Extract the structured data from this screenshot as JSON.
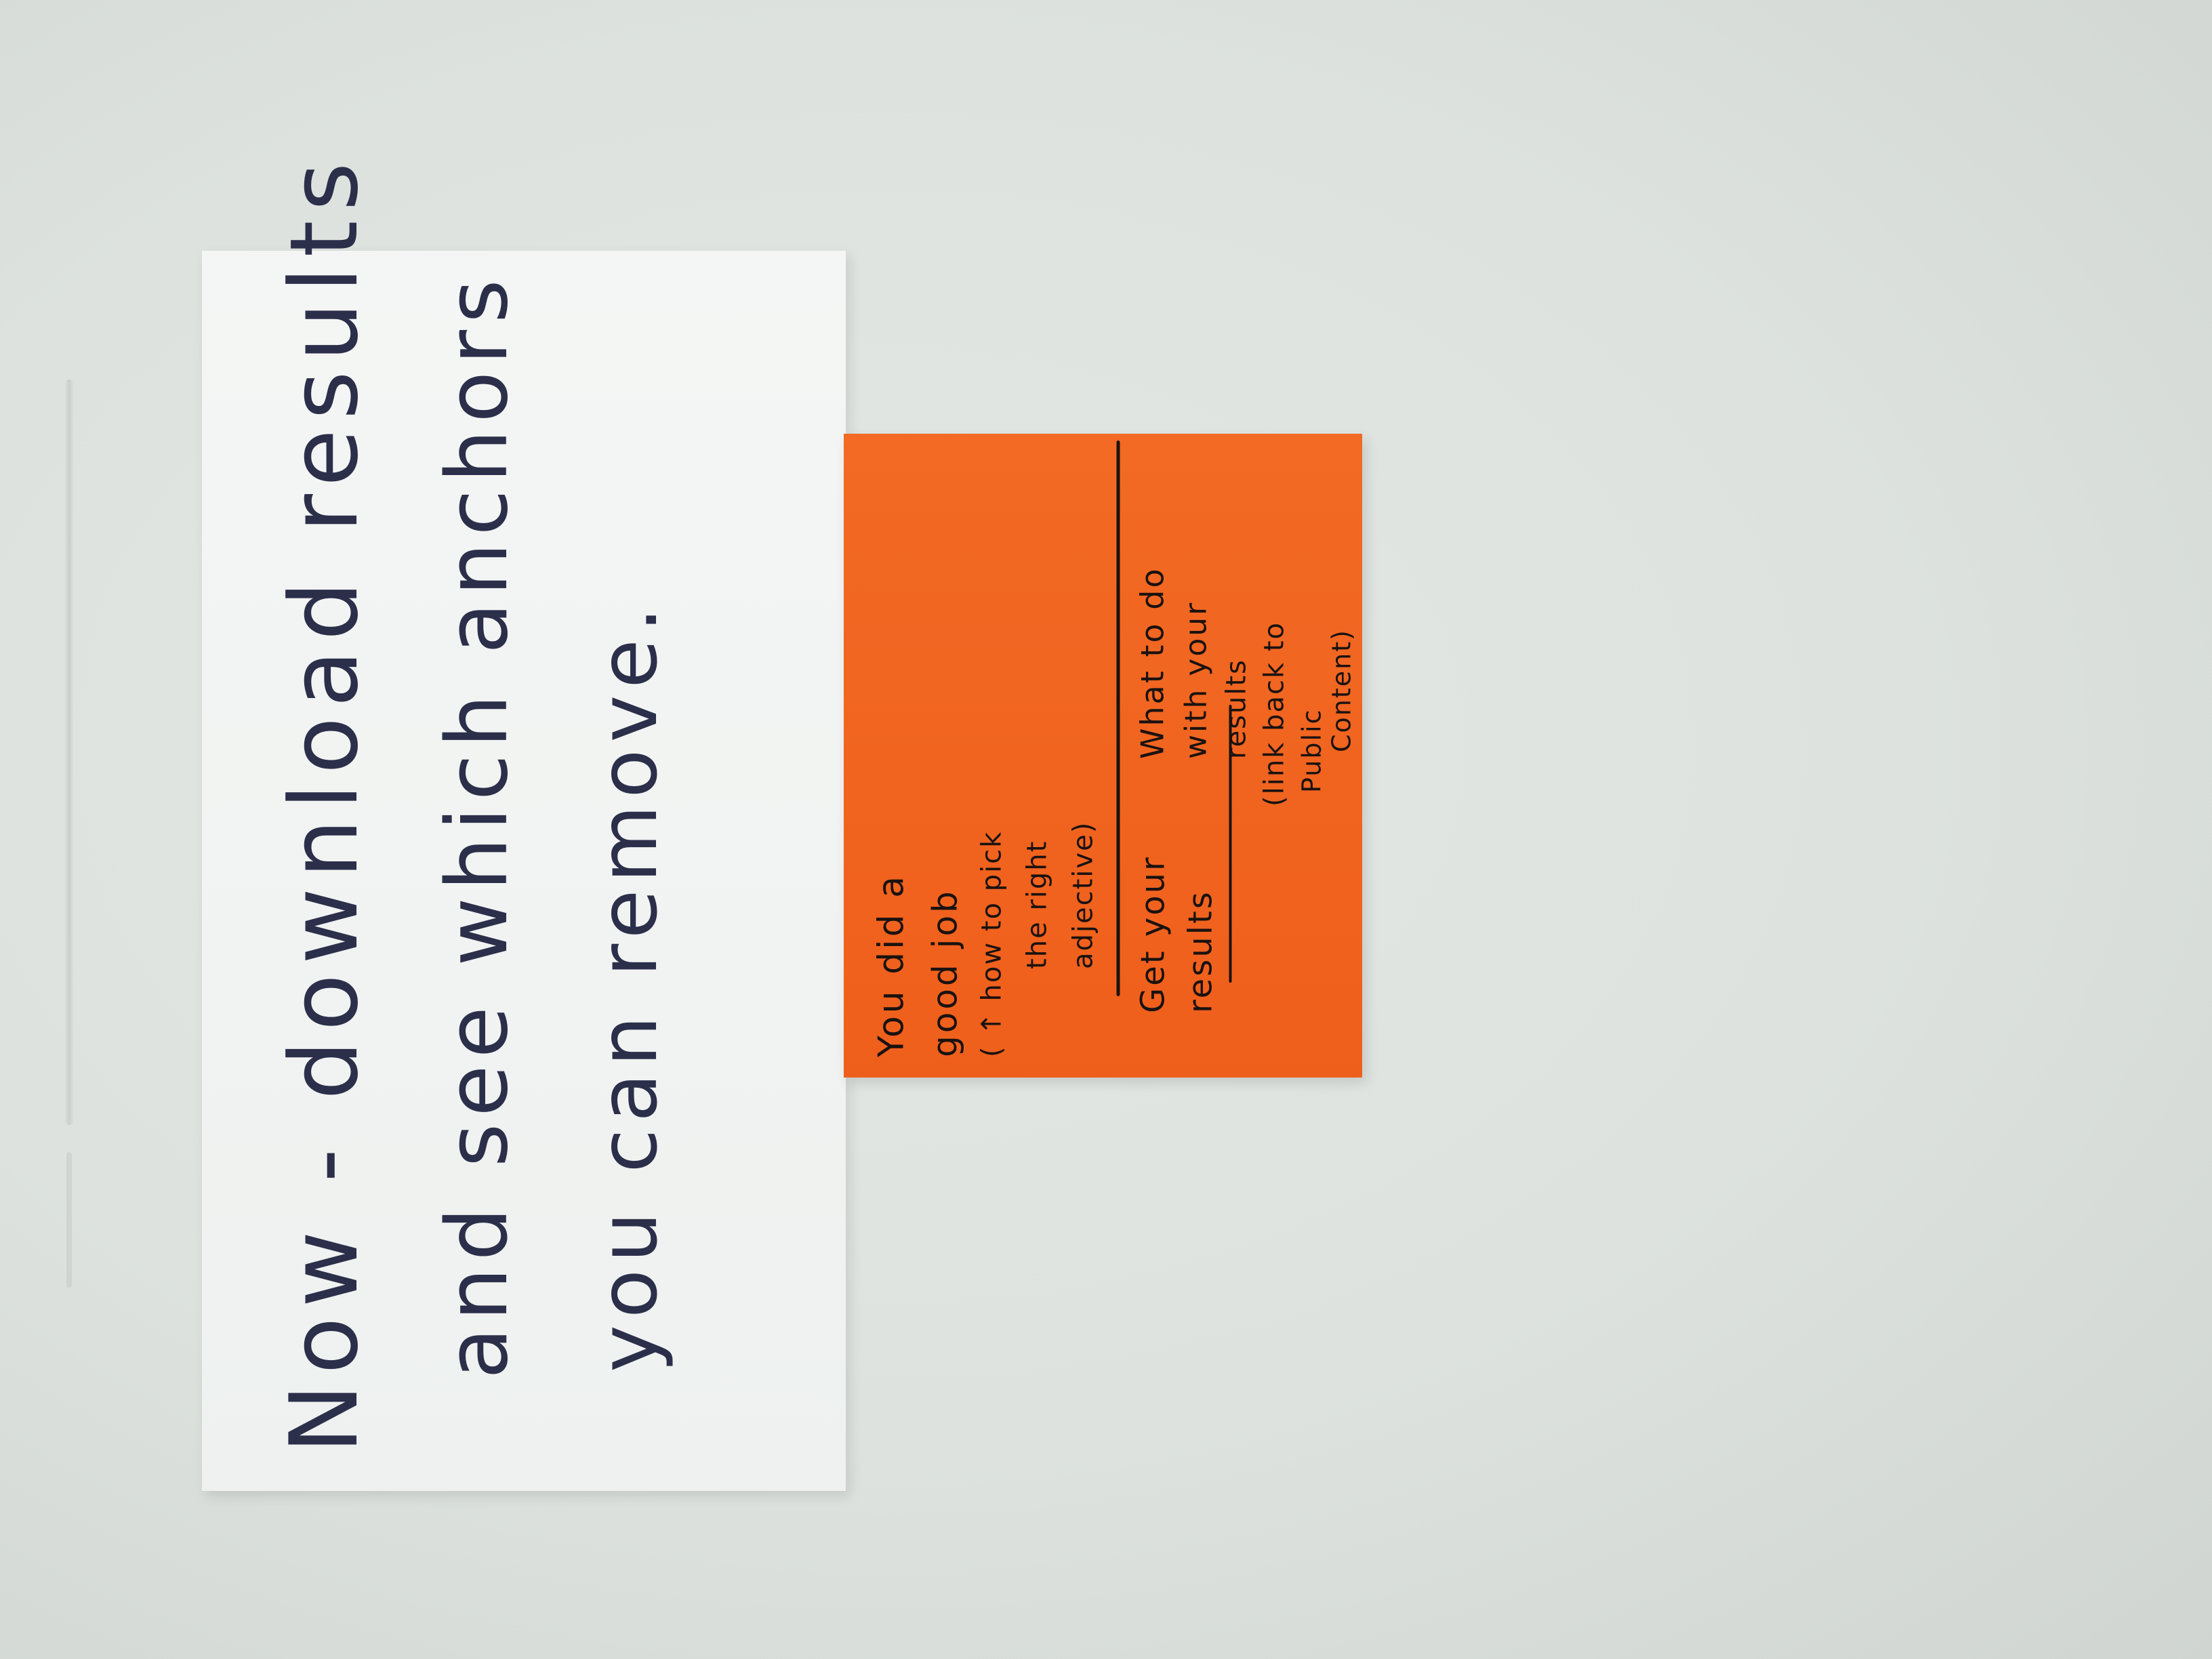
{
  "white_card": {
    "line1": "Now - download results",
    "line2": "and see which anchors",
    "line3": "you can remove."
  },
  "orange_note": {
    "section1_line1": "You did a",
    "section1_line2": "good job",
    "section1_line3": "( ↑ how to pick",
    "section1_line4": "the right",
    "section1_line5": "adjective)",
    "section2_line1": "Get your",
    "section2_line2": "results",
    "section3_line1": "What to do",
    "section3_line2": "with your",
    "section3_line3": "results",
    "section3_line4": "(link back to",
    "section3_line5": "Public",
    "section3_line6": "Content)"
  },
  "colors": {
    "wall": "#dde2de",
    "white_card": "#f1f3f2",
    "orange_note": "#f0621e",
    "ink_blue_black": "#2c2f4a",
    "ink_black": "#1a1210"
  }
}
